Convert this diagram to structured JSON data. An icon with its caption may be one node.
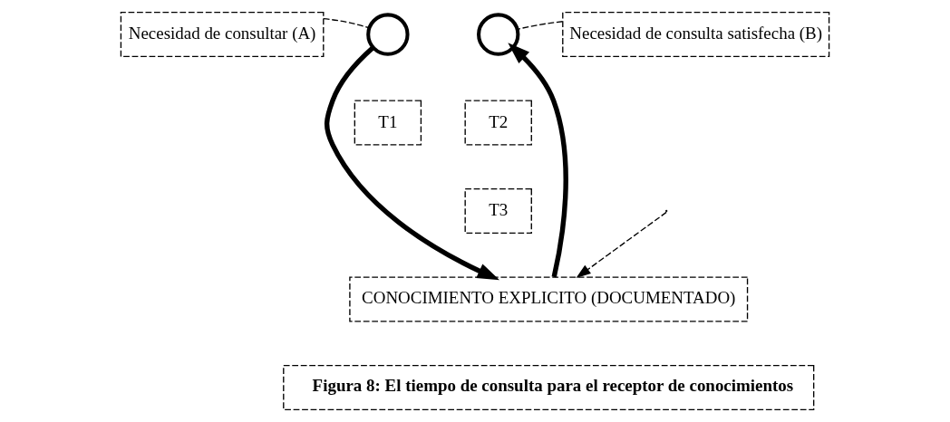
{
  "diagram": {
    "nodes": [
      {
        "text": [
          "Necesidad de consultar (A)"
        ]
      },
      {
        "text": [],
        "shape": "circle"
      },
      {
        "text": [],
        "shape": "circle"
      },
      {
        "text": [
          "Necesidad de consulta satisfecha (B)"
        ]
      },
      {
        "text": [
          "T1"
        ]
      },
      {
        "text": [
          "T3"
        ]
      },
      {
        "text": [
          "T2"
        ]
      },
      {
        "text": [
          "CONOCIMIENTO EXPLICITO (DOCUMENTADO)"
        ]
      },
      {
        "text": [
          "Figura 8: El tiempo de consulta para el receptor de conocimientos"
        ]
      }
    ],
    "edges": [
      {
        "from": 0,
        "to": 1,
        "arrow": "none",
        "style": "dashed"
      },
      {
        "from": 3,
        "to": 2,
        "arrow": "none",
        "style": "dashed"
      },
      {
        "from": 1,
        "to": 7,
        "arrow": "to",
        "style": "thick"
      },
      {
        "from": null,
        "to": 7,
        "arrow": "to",
        "style": "dashed"
      },
      {
        "from": 7,
        "to": 2,
        "arrow": "to",
        "style": "thick"
      }
    ]
  }
}
